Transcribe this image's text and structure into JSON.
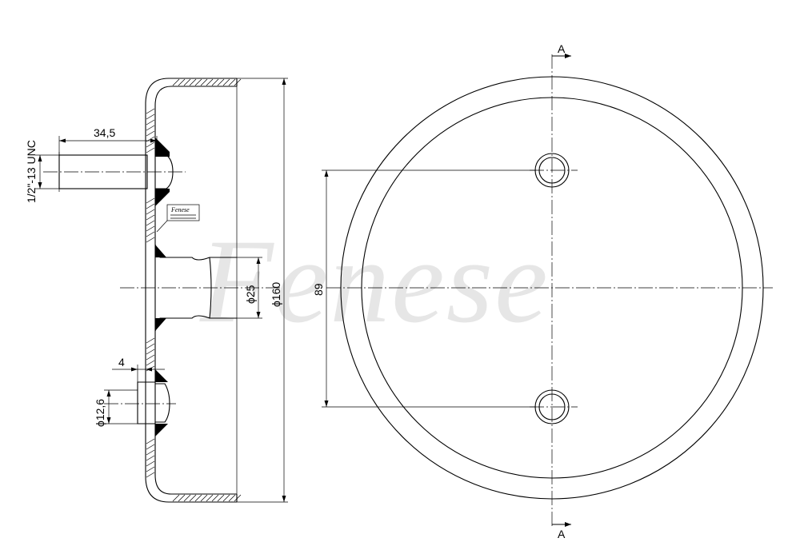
{
  "watermark": {
    "text": "Fenese"
  },
  "side_view": {
    "dim_thread_length": "34,5",
    "dim_thread": "1/2\"-13 UNC",
    "dim_hub": "ϕ25",
    "dim_outer": "ϕ160",
    "dim_pin_offset": "4",
    "dim_pin": "ϕ12,6",
    "label_plate": {
      "brand": "Fenese"
    }
  },
  "front_view": {
    "dim_hole_spacing": "89",
    "section_mark_top": "A",
    "section_mark_bottom": "A"
  }
}
